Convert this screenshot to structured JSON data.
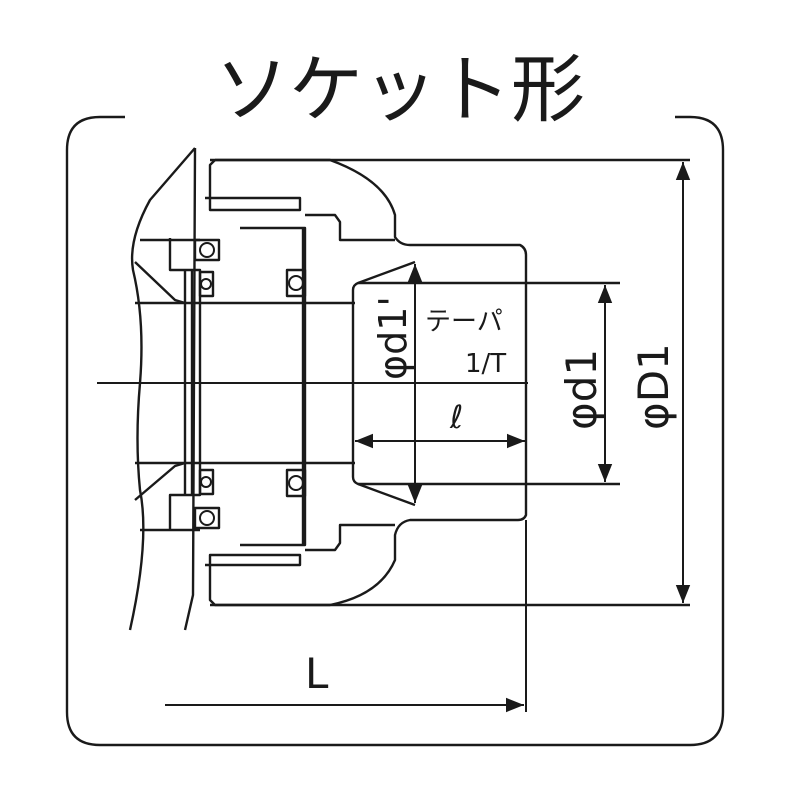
{
  "title": "ソケット形",
  "labels": {
    "d1_prime": "φd1'",
    "taper": "テーパ",
    "taper_ratio": "1/T",
    "ell": "ℓ",
    "d1": "φd1",
    "D1": "φD1",
    "L": "L"
  }
}
